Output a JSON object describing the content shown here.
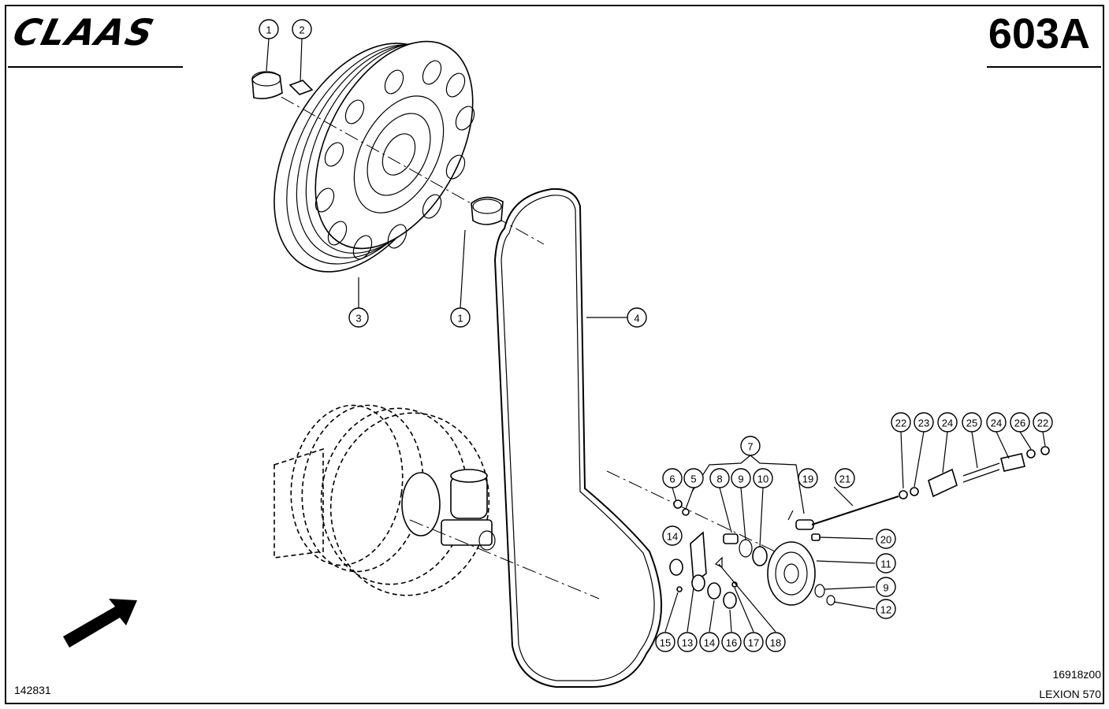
{
  "header": {
    "brand": "CLAAS",
    "page_code": "603A"
  },
  "footer": {
    "figure_number": "142831",
    "reference_code": "16918z00",
    "model": "LEXION 570"
  },
  "callouts": [
    "1",
    "2",
    "3",
    "1",
    "4",
    "7",
    "6",
    "5",
    "8",
    "9",
    "10",
    "19",
    "21",
    "22",
    "23",
    "24",
    "25",
    "24",
    "26",
    "22",
    "20",
    "14",
    "11",
    "9",
    "12",
    "15",
    "13",
    "14",
    "16",
    "17",
    "18"
  ],
  "icons": {
    "brand_logo": "claas-logo",
    "direction_arrow": "direction-arrow-icon"
  }
}
